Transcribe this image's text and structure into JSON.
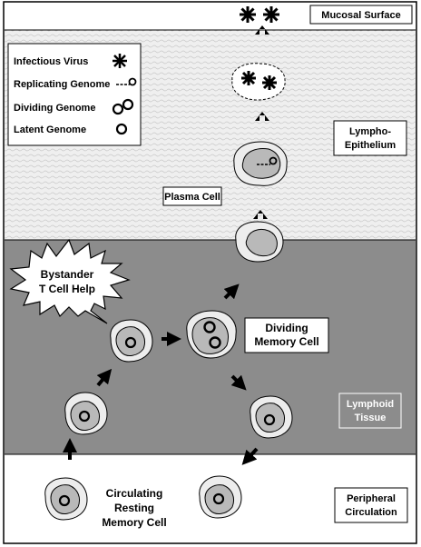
{
  "regions": {
    "mucosal_surface": "Mucosal Surface",
    "lympho_epithelium_line1": "Lympho-",
    "lympho_epithelium_line2": "Epithelium",
    "lymphoid_tissue_line1": "Lymphoid",
    "lymphoid_tissue_line2": "Tissue",
    "peripheral_circulation_line1": "Peripheral",
    "peripheral_circulation_line2": "Circulation"
  },
  "legend": {
    "infectious_virus": "Infectious Virus",
    "replicating_genome": "Replicating Genome",
    "dividing_genome": "Dividing Genome",
    "latent_genome": "Latent Genome"
  },
  "cells": {
    "plasma_cell": "Plasma Cell",
    "dividing_memory_line1": "Dividing",
    "dividing_memory_line2": "Memory Cell",
    "circulating_line1": "Circulating",
    "circulating_line2": "Resting",
    "circulating_line3": "Memory Cell"
  },
  "callout": {
    "line1": "Bystander",
    "line2": "T Cell Help"
  },
  "colors": {
    "lymphoid_band": "#8c8c8c",
    "epithelium_band": "#ececec",
    "cell_fill": "#ededed",
    "nucleus_fill": "#b9b9b9"
  }
}
